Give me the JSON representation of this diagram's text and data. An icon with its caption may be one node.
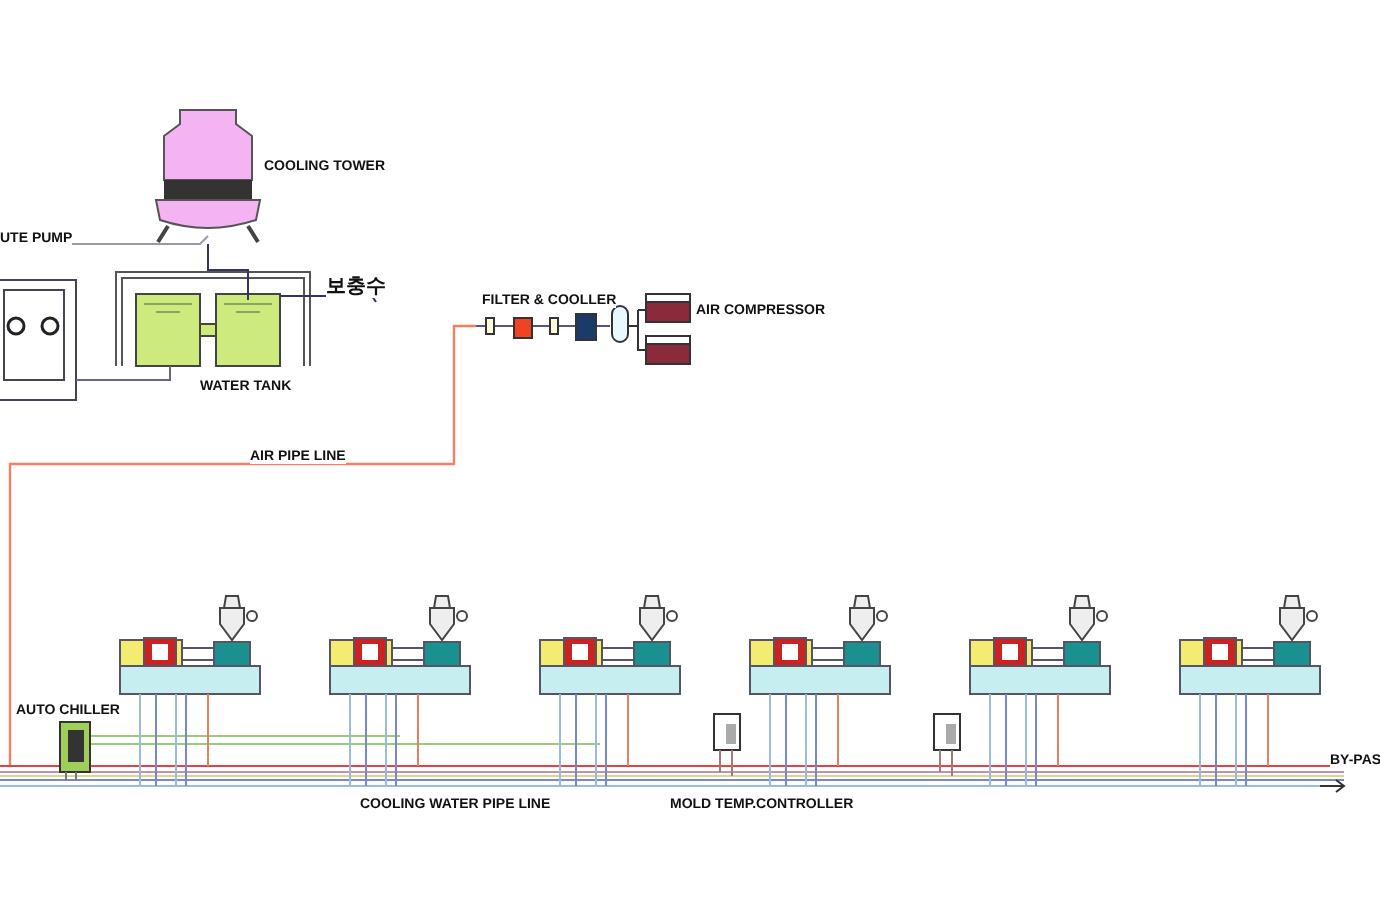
{
  "diagram": {
    "labels": [
      "COOLING TOWER",
      "UTE PUMP",
      "보충수",
      "WATER TANK",
      "FILTER & COOLLER",
      "AIR COMPRESSOR",
      "AIR PIPE LINE",
      "AUTO CHILLER",
      "BY-PAS",
      "COOLING WATER PIPE LINE",
      "MOLD TEMP.CONTROLLER"
    ]
  }
}
